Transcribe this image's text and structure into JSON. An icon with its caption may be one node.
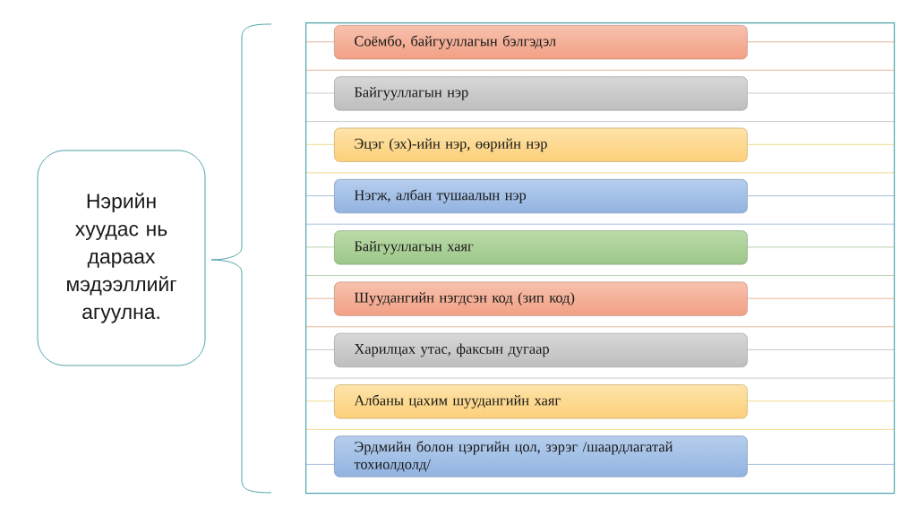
{
  "diagram": {
    "nodes": [
      {
        "text": [
          "Нэрийн хуудас нь дараах мэдээллийг агуулна."
        ]
      },
      {
        "text": [],
        "shape": "box"
      },
      {
        "text": [
          "Соёмбо, байгууллагын бэлгэдэл"
        ],
        "in": 1
      },
      {
        "text": [
          "Байгууллагын нэр"
        ],
        "in": 1
      },
      {
        "text": [
          "Эцэг (эх)-ийн нэр, өөрийн нэр"
        ],
        "in": 1
      },
      {
        "text": [
          "Нэгж, албан тушаалын нэр"
        ],
        "in": 1
      },
      {
        "text": [
          "Байгууллагын хаяг"
        ],
        "in": 1
      },
      {
        "text": [
          "Шуудангийн нэгдсэн код (зип код)"
        ],
        "in": 1
      },
      {
        "text": [
          "Харилцах утас, факсын дугаар"
        ],
        "in": 1
      },
      {
        "text": [
          "Албаны цахим шуудангийн хаяг"
        ],
        "in": 1
      },
      {
        "text": [
          "Эрдмийн болон цэргийн цол, зэрэг /шаардлагатай тохиолдолд/"
        ],
        "in": 1
      }
    ]
  }
}
